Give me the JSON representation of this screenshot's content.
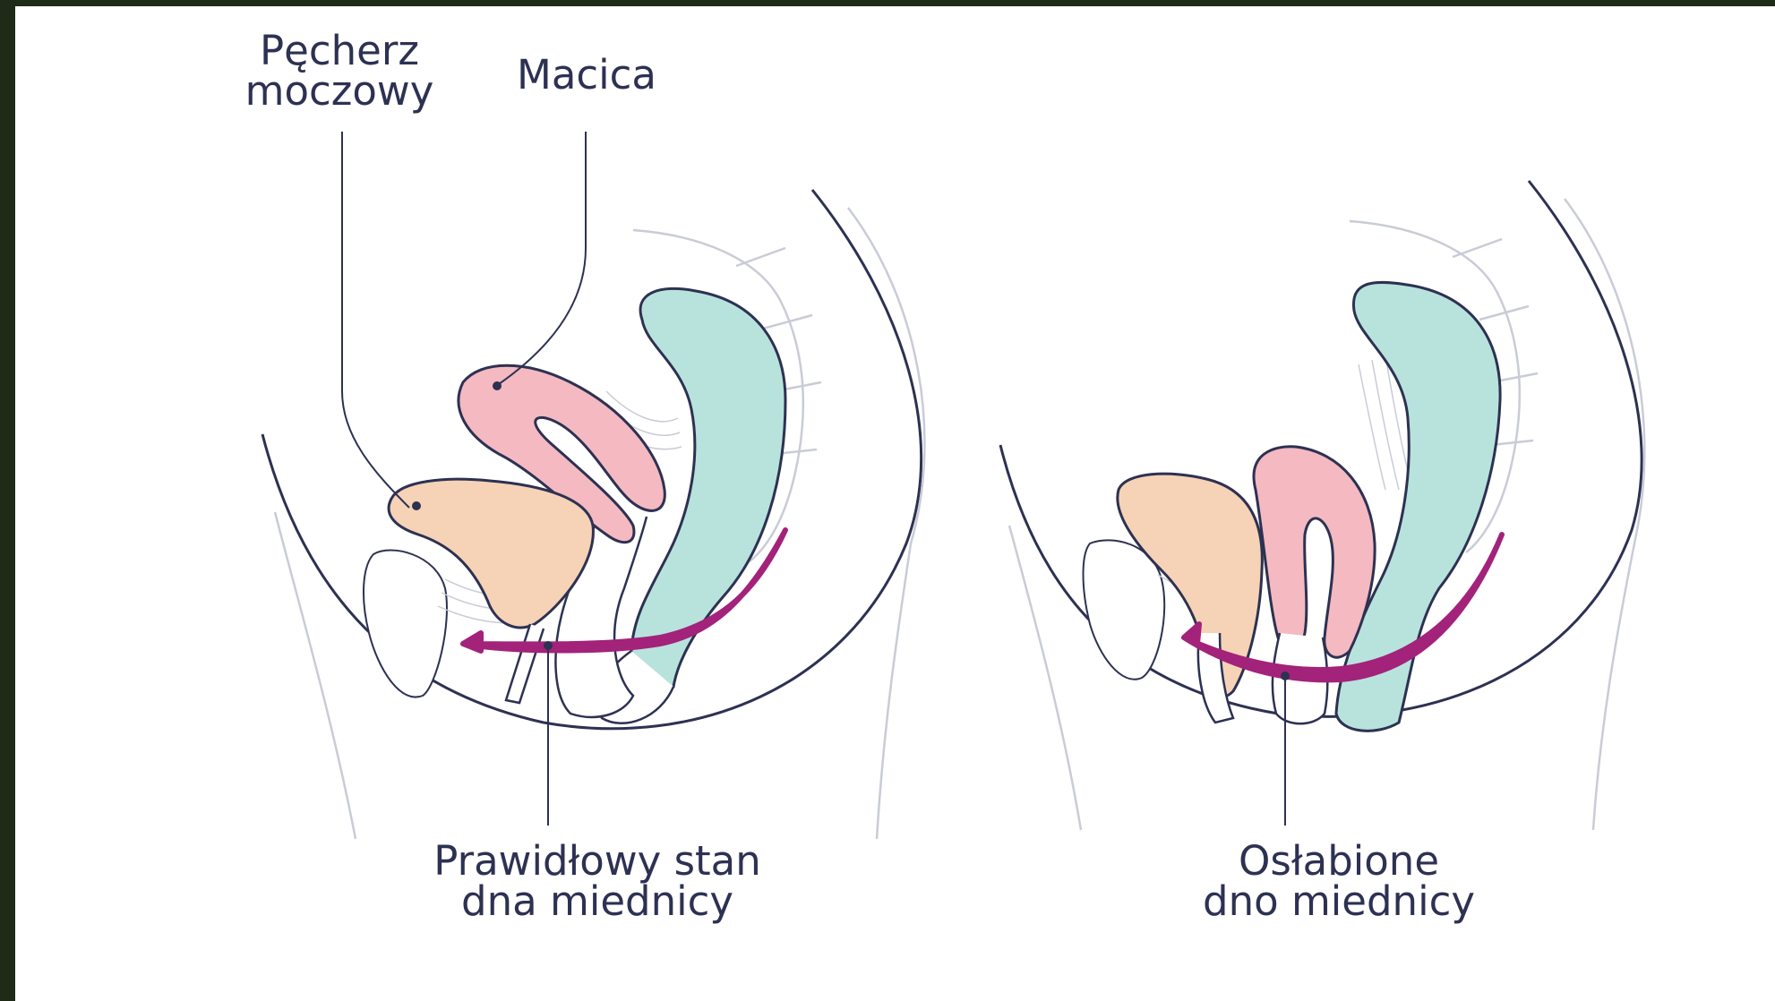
{
  "labels": {
    "bladder_line1": "Pęcherz",
    "bladder_line2": "moczowy",
    "uterus": "Macica",
    "normal_line1": "Prawidłowy stan",
    "normal_line2": "dna miednicy",
    "weak_line1": "Osłabione",
    "weak_line2": "dno miednicy"
  },
  "colors": {
    "background": "#1e2b17",
    "canvas": "#ffffff",
    "bladder": "#f6d2b6",
    "uterus": "#f4b9c1",
    "rectum": "#b8e3dc",
    "pelvic_floor": "#a3227a",
    "outline": "#2d3152",
    "thin_line": "#b9bcc8",
    "label_text": "#2d3152"
  }
}
